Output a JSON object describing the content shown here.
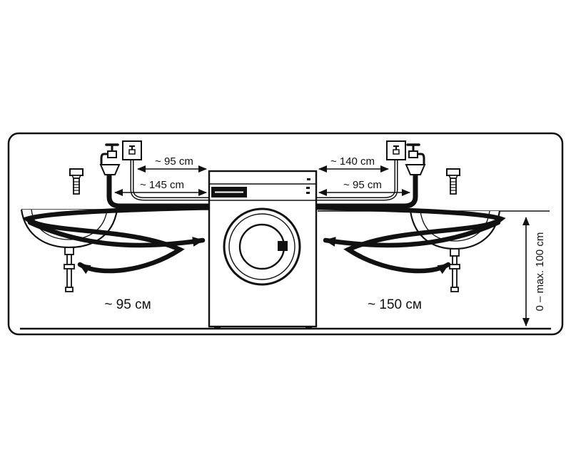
{
  "figure": {
    "labels": {
      "top_left": "~ 95 cm",
      "left": "~ 145 cm",
      "top_right": "~ 140 cm",
      "right": "~ 95 cm",
      "bottom_left": "~ 95 см",
      "bottom_right": "~ 150 см",
      "vertical": "0 – max. 100 cm"
    },
    "colors": {
      "line": "#111111",
      "background": "#ffffff"
    }
  }
}
